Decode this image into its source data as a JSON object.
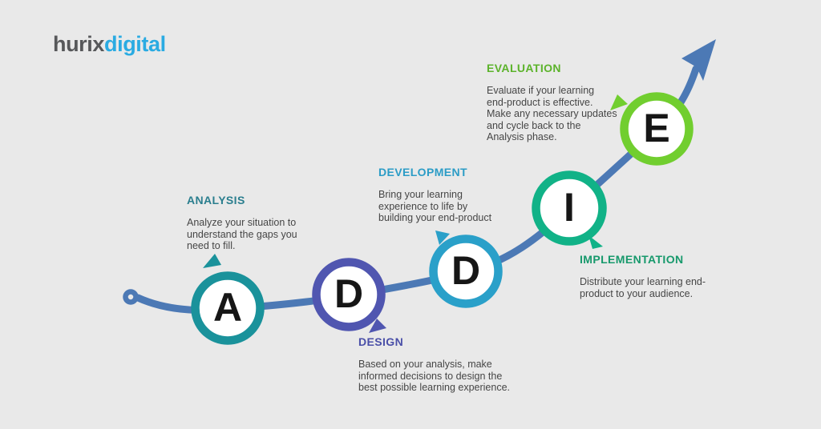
{
  "background": "#e9e9e9",
  "logo": {
    "part1": "hurix",
    "part1_color": "#57585a",
    "part2": "digital",
    "part2_color": "#2aabe2"
  },
  "flow_line": {
    "color": "#4c79b5"
  },
  "phases": [
    {
      "letter": "A",
      "title": "ANALYSIS",
      "title_color": "#2a7e8e",
      "ring_color": "#1a929b",
      "description": "Analyze your situation to\nunderstand the gaps you\nneed to fill."
    },
    {
      "letter": "D",
      "title": "DESIGN",
      "title_color": "#4a4fa8",
      "ring_color": "#5056b0",
      "description": "Based on your analysis, make\ninformed decisions to design the\nbest possible learning experience."
    },
    {
      "letter": "D",
      "title": "DEVELOPMENT",
      "title_color": "#2b9cc6",
      "ring_color": "#2aa0c9",
      "description": "Bring your learning\nexperience to life by\nbuilding your end-product"
    },
    {
      "letter": "I",
      "title": "IMPLEMENTATION",
      "title_color": "#17996c",
      "ring_color": "#11b287",
      "description": "Distribute your learning end-\nproduct to your audience."
    },
    {
      "letter": "E",
      "title": "EVALUATION",
      "title_color": "#5cb32b",
      "ring_color": "#71ce2f",
      "description": "Evaluate if your learning\nend-product is effective.\nMake any necessary updates\nand cycle back to the\nAnalysis phase."
    }
  ]
}
